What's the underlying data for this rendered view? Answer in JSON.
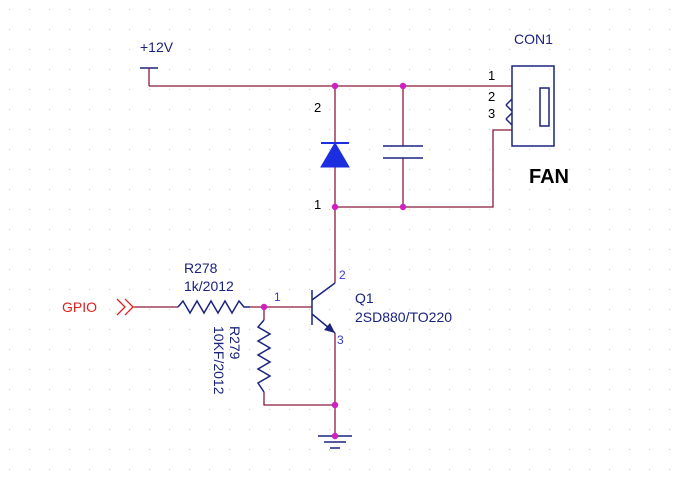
{
  "supply": {
    "label": "+12V"
  },
  "connector": {
    "ref": "CON1",
    "pins": [
      "1",
      "2",
      "3"
    ],
    "device_label": "FAN"
  },
  "diode": {
    "pin_top": "2",
    "pin_bottom": "1"
  },
  "resistor_r278": {
    "ref": "R278",
    "value": "1k/2012"
  },
  "resistor_r279": {
    "ref": "R279",
    "value": "10KF/2012"
  },
  "transistor": {
    "ref": "Q1",
    "part": "2SD880/TO220",
    "pin_base": "1",
    "pin_collector": "2",
    "pin_emitter": "3"
  },
  "gpio": {
    "label": "GPIO"
  },
  "colors": {
    "wire": "#8b1a3a",
    "component": "#1a237e",
    "diode_fill": "#1c2fe0",
    "junction": "#d020c0",
    "gpio_text": "#e02020",
    "grid_dot": "#c8c8c8"
  }
}
